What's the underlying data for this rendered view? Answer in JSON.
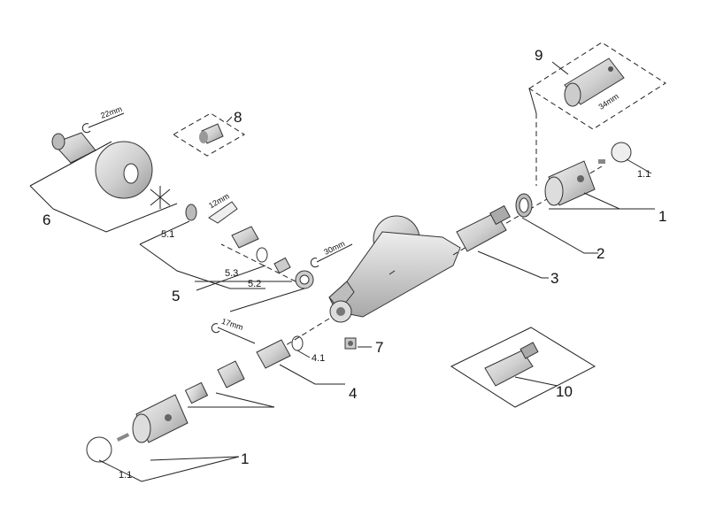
{
  "callouts": {
    "c1_right": "1",
    "c1_1_right": "1.1",
    "c2": "2",
    "c3": "3",
    "c4": "4",
    "c4_1": "4.1",
    "c5": "5",
    "c5_1": "5.1",
    "c5_2": "5.2",
    "c5_3": "5.3",
    "c6": "6",
    "c7": "7",
    "c8": "8",
    "c9": "9",
    "c10": "10",
    "c1_left": "1",
    "c1_1_left": "1.1"
  },
  "wrench_sizes": {
    "w22": "22mm",
    "w12": "12mm",
    "w30": "30mm",
    "w17": "17mm",
    "w34": "34mm"
  },
  "colors": {
    "line": "#222222",
    "part_fill": "#d9d9d9",
    "part_dark": "#9a9a9a"
  }
}
